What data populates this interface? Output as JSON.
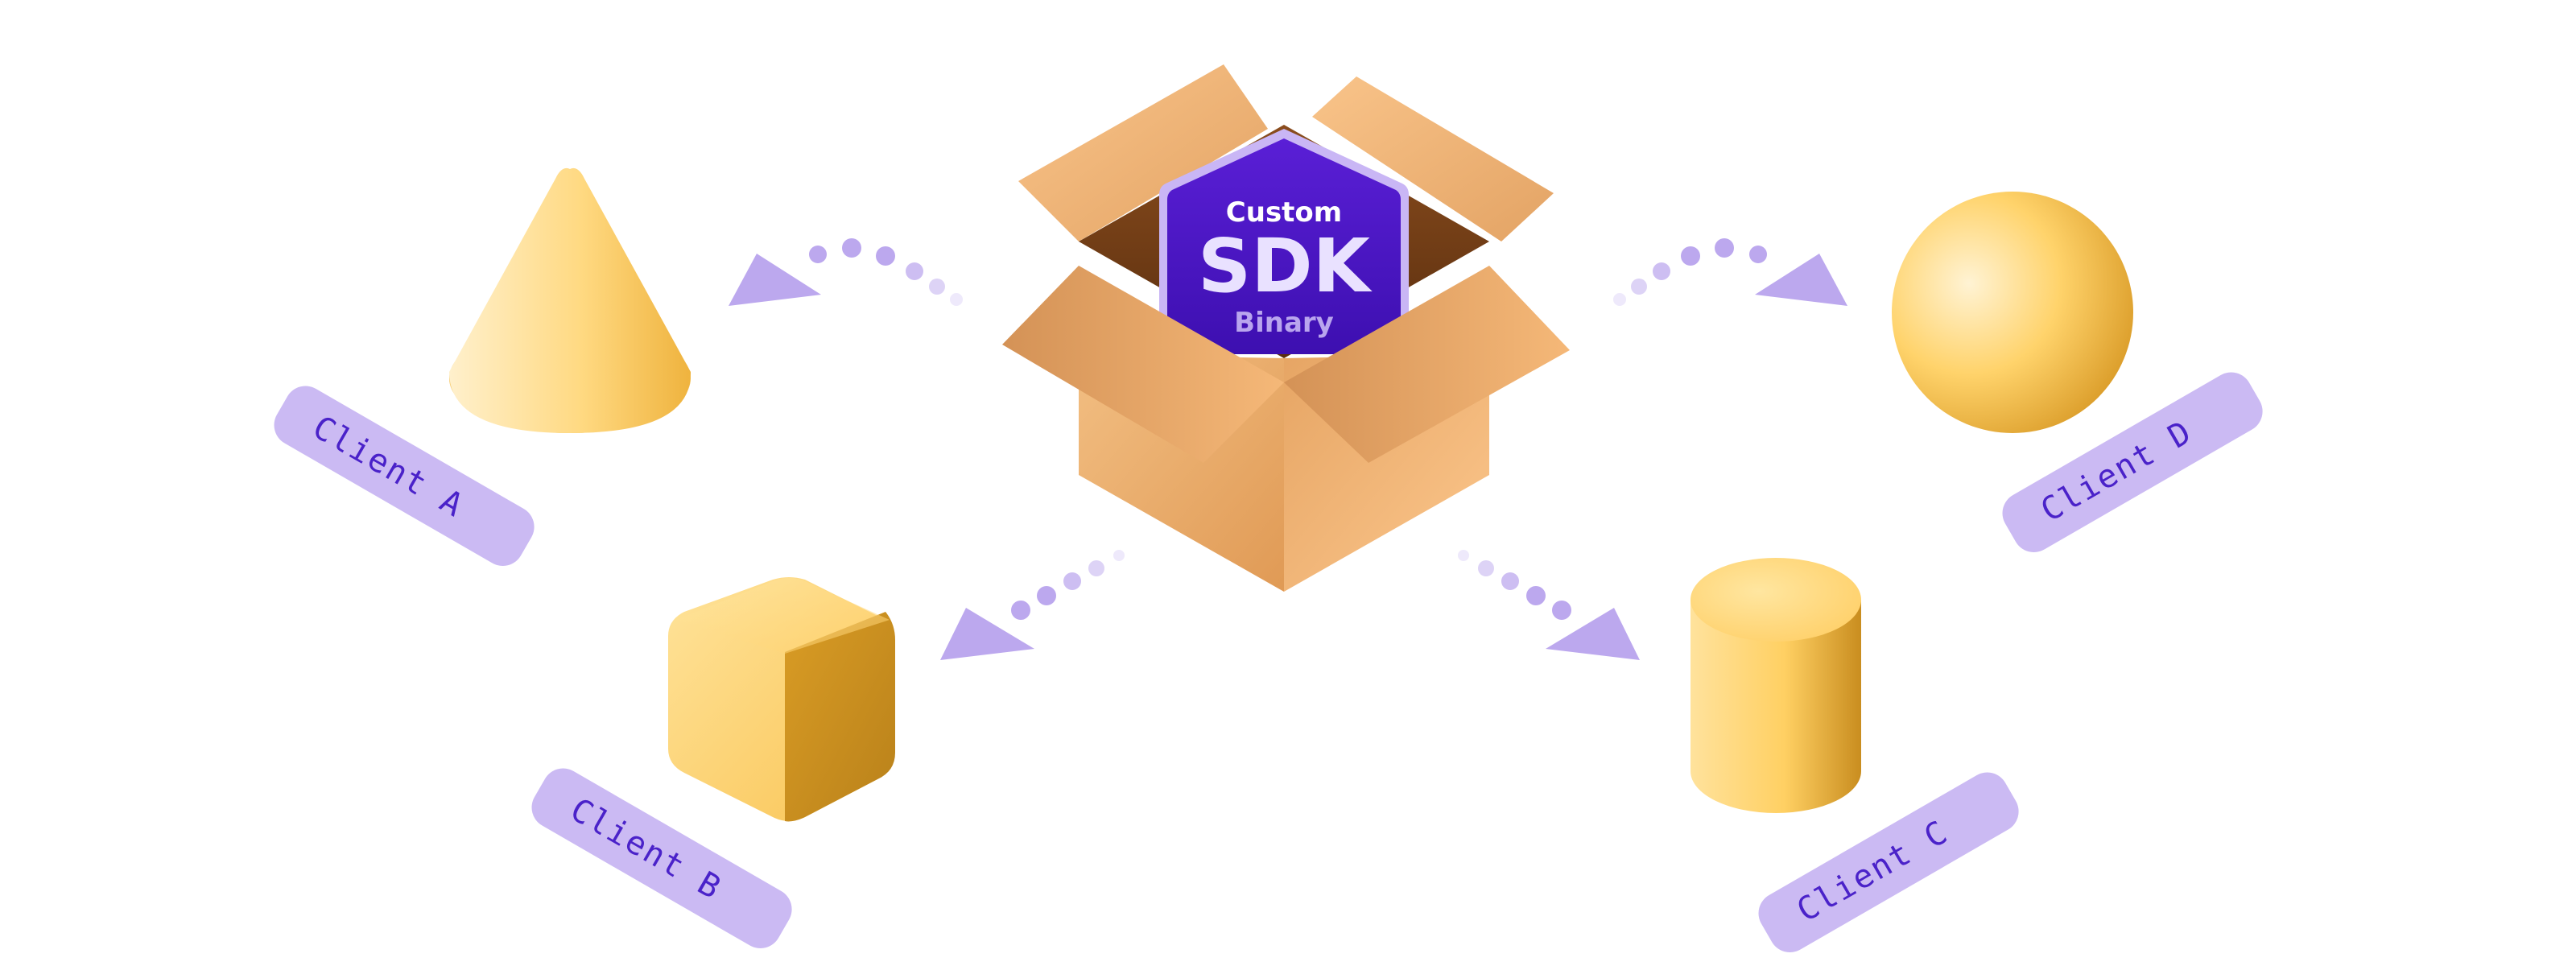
{
  "sdk_badge": {
    "line1": "Custom",
    "line2": "SDK",
    "line3": "Binary"
  },
  "clients": {
    "a": {
      "label": "Client A",
      "shape": "cone-icon"
    },
    "b": {
      "label": "Client B",
      "shape": "cube-icon"
    },
    "c": {
      "label": "Client C",
      "shape": "cylinder-icon"
    },
    "d": {
      "label": "Client D",
      "shape": "sphere-icon"
    }
  },
  "colors": {
    "box": "#e2a25e",
    "badge": "#4b17c7",
    "label_bg": "#cbbaf3",
    "label_text": "#4a22c9",
    "arrow": "#bca8ee",
    "shape": "#ffd36b"
  }
}
